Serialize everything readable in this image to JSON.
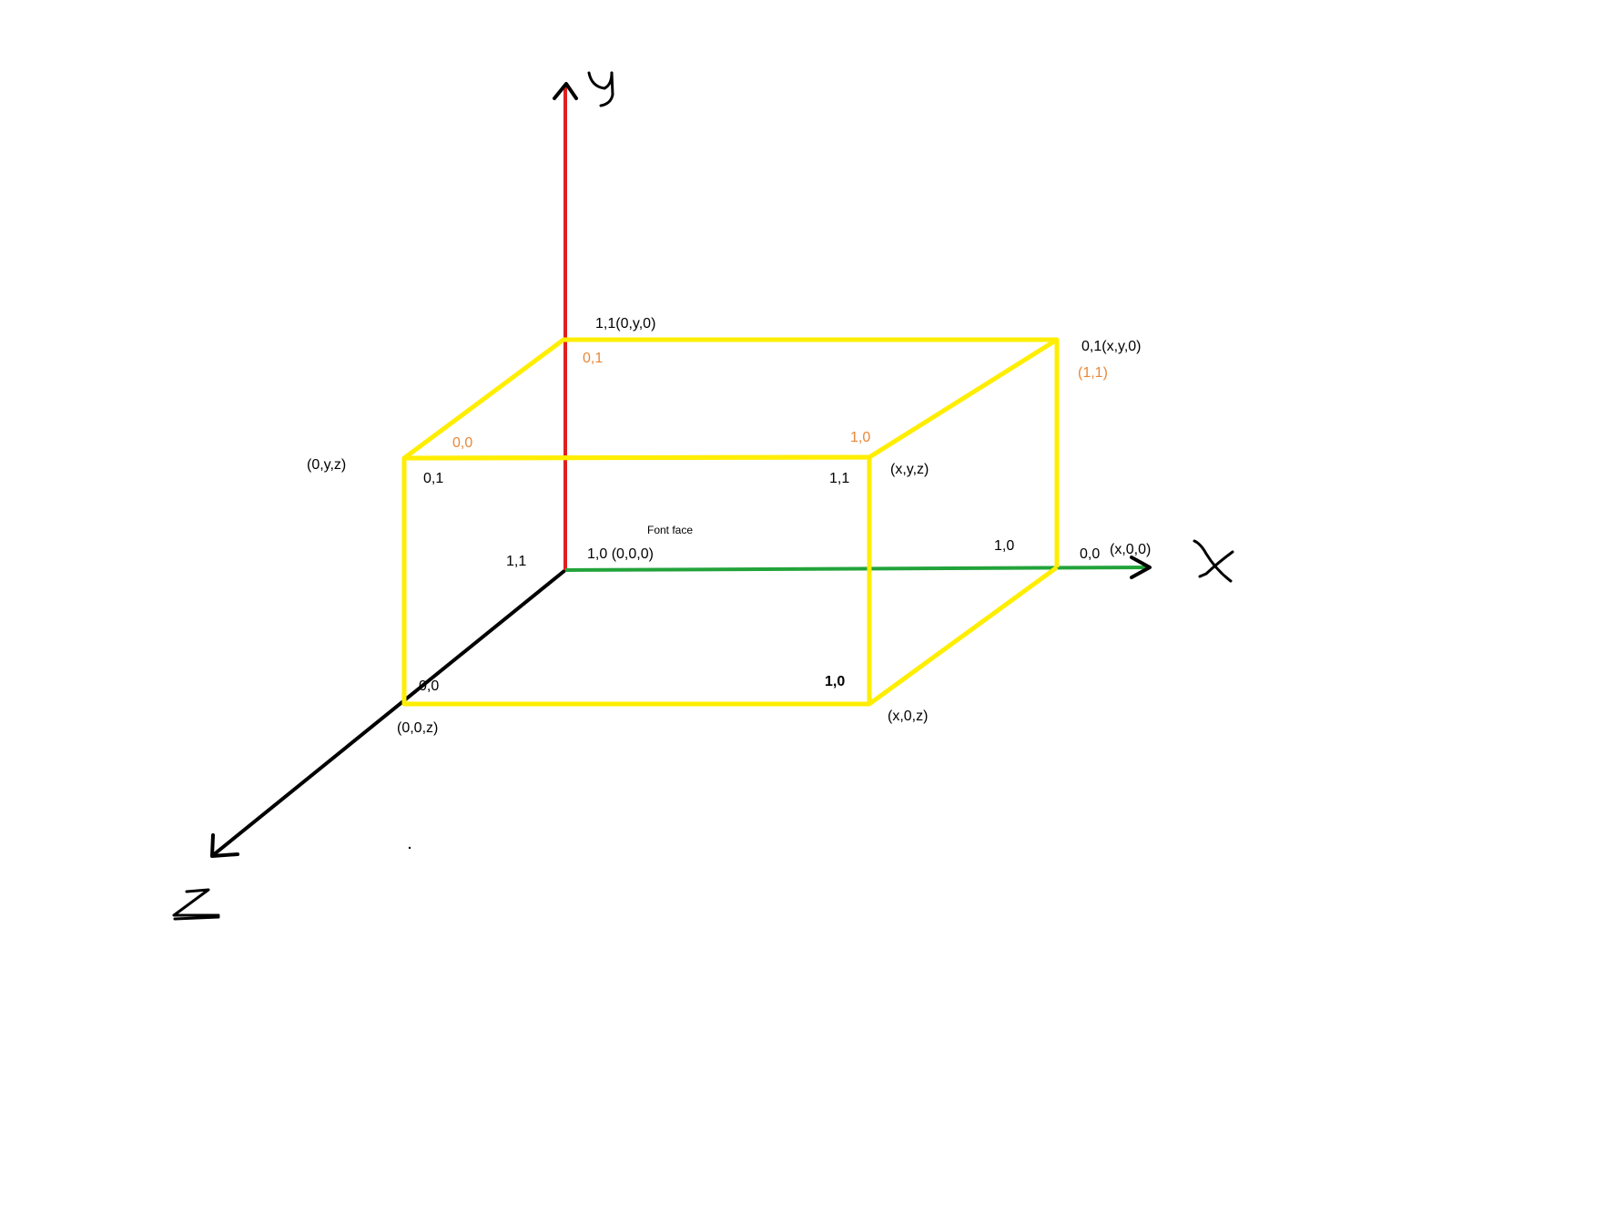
{
  "colors": {
    "y_axis": "#e02020",
    "x_axis": "#22a33a",
    "z_axis": "#000000",
    "box_edges": "#ffee00",
    "orange_labels": "#e8883a",
    "black_labels": "#000000",
    "background": "#ffffff"
  },
  "axes": {
    "y": "y",
    "x": "X",
    "z": "z"
  },
  "note": {
    "font_face": "Font face"
  },
  "vertices": {
    "top_back_left": "1,1(0,y,0)",
    "top_back_right": "0,1(x,y,0)",
    "top_front_left": "(0,y,z)",
    "top_front_right": "(x,y,z)",
    "origin": "1,0 (0,0,0)",
    "bottom_back_right": "(x,0,0)",
    "bottom_front_left": "(0,0,z)",
    "bottom_front_right": "(x,0,z)"
  },
  "uv_orange": {
    "top_back_left": "0,1",
    "top_back_right": "(1,1)",
    "top_front_left": "0,0",
    "top_front_right": "1,0"
  },
  "uv_black": {
    "front_top_left": "0,1",
    "front_top_right": "1,1",
    "front_bottom_left": "0,0",
    "front_bottom_right": "1,0",
    "left_face": "1,1",
    "right_face_left": "1,0",
    "right_face_right": "0,0"
  }
}
